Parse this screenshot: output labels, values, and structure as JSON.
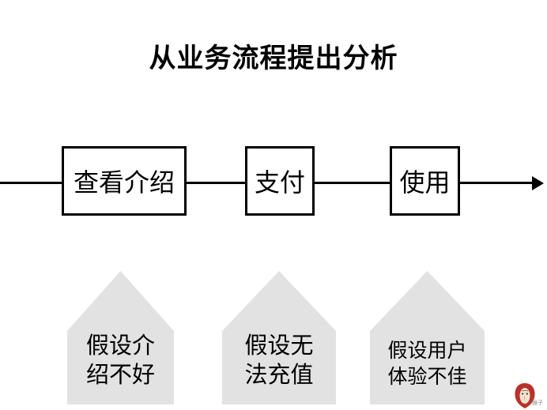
{
  "title": "从业务流程提出分析",
  "flow": {
    "steps": [
      {
        "label": "查看介绍"
      },
      {
        "label": "支付"
      },
      {
        "label": "使用"
      }
    ]
  },
  "hypotheses": [
    {
      "line1": "假设介",
      "line2": "绍不好"
    },
    {
      "line1": "假设无",
      "line2": "法充值"
    },
    {
      "line1": "假设用户",
      "line2": "体验不佳"
    }
  ],
  "watermark": {
    "label": "猴子"
  },
  "colors": {
    "house_fill": "#e3e2e2",
    "line_and_border": "#000000",
    "logo_red": "#b8322c",
    "logo_face": "#f2e3cd"
  }
}
